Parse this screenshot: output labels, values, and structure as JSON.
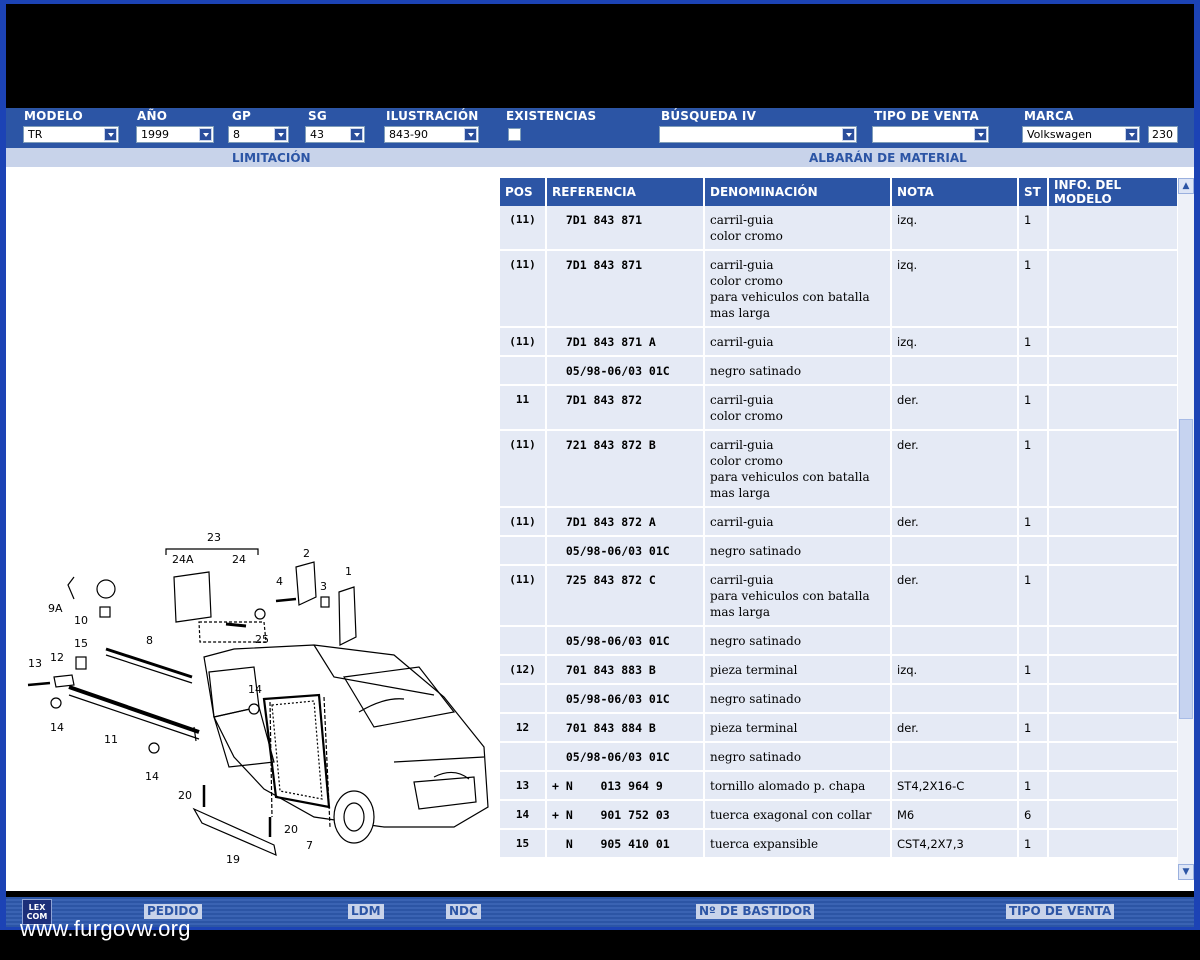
{
  "header": {
    "labels": {
      "modelo": "MODELO",
      "ano": "AÑO",
      "gp": "GP",
      "sg": "SG",
      "ilustracion": "ILUSTRACIÓN",
      "existencias": "EXISTENCIAS",
      "busqueda": "BÚSQUEDA IV",
      "tipo_venta": "TIPO DE VENTA",
      "marca": "MARCA"
    },
    "values": {
      "modelo": "TR",
      "ano": "1999",
      "gp": "8",
      "sg": "43",
      "ilustracion": "843-90",
      "busqueda": "",
      "tipo_venta": "",
      "marca": "Volkswagen",
      "marca_code": "230"
    },
    "existencias_checked": false
  },
  "subbar": {
    "limitacion": "LIMITACIÓN",
    "albaran": "ALBARÁN DE MATERIAL"
  },
  "table": {
    "columns": [
      "POS",
      "REFERENCIA",
      "DENOMINACIÓN",
      "NOTA",
      "ST",
      "INFO. DEL MODELO"
    ],
    "rows": [
      {
        "pos": "(11)",
        "ref": "  7D1 843 871",
        "den": [
          "carril-guia",
          "color cromo"
        ],
        "nota": "izq.",
        "st": "1"
      },
      {
        "pos": "(11)",
        "ref": "  7D1 843 871",
        "den": [
          "carril-guia",
          "color cromo",
          "para vehiculos con batalla",
          "mas larga"
        ],
        "nota": "izq.",
        "st": "1"
      },
      {
        "pos": "(11)",
        "ref": "  7D1 843 871 A",
        "den": [
          "carril-guia"
        ],
        "nota": "izq.",
        "st": "1"
      },
      {
        "pos": "",
        "ref": "  05/98-06/03 01C",
        "den": [
          "negro satinado"
        ],
        "nota": "",
        "st": ""
      },
      {
        "pos": "11",
        "ref": "  7D1 843 872",
        "den": [
          "carril-guia",
          "color cromo"
        ],
        "nota": "der.",
        "st": "1"
      },
      {
        "pos": "(11)",
        "ref": "  721 843 872 B",
        "den": [
          "carril-guia",
          "color cromo",
          "para vehiculos con batalla",
          "mas larga"
        ],
        "nota": "der.",
        "st": "1"
      },
      {
        "pos": "(11)",
        "ref": "  7D1 843 872 A",
        "den": [
          "carril-guia"
        ],
        "nota": "der.",
        "st": "1"
      },
      {
        "pos": "",
        "ref": "  05/98-06/03 01C",
        "den": [
          "negro satinado"
        ],
        "nota": "",
        "st": ""
      },
      {
        "pos": "(11)",
        "ref": "  725 843 872 C",
        "den": [
          "carril-guia",
          "para vehiculos con batalla",
          "mas larga"
        ],
        "nota": "der.",
        "st": "1"
      },
      {
        "pos": "",
        "ref": "  05/98-06/03 01C",
        "den": [
          "negro satinado"
        ],
        "nota": "",
        "st": ""
      },
      {
        "pos": "(12)",
        "ref": "  701 843 883 B",
        "den": [
          "pieza terminal"
        ],
        "nota": "izq.",
        "st": "1"
      },
      {
        "pos": "",
        "ref": "  05/98-06/03 01C",
        "den": [
          "negro satinado"
        ],
        "nota": "",
        "st": ""
      },
      {
        "pos": "12",
        "ref": "  701 843 884 B",
        "den": [
          "pieza terminal"
        ],
        "nota": "der.",
        "st": "1"
      },
      {
        "pos": "",
        "ref": "  05/98-06/03 01C",
        "den": [
          "negro satinado"
        ],
        "nota": "",
        "st": ""
      },
      {
        "pos": "13",
        "ref": "+ N    013 964 9",
        "den": [
          "tornillo alomado p. chapa"
        ],
        "nota": "ST4,2X16-C",
        "st": "1"
      },
      {
        "pos": "14",
        "ref": "+ N    901 752 03",
        "den": [
          "tuerca exagonal con collar"
        ],
        "nota": "M6",
        "st": "6"
      },
      {
        "pos": "15",
        "ref": "  N    905 410 01",
        "den": [
          "tuerca expansible"
        ],
        "nota": "CST4,2X7,3",
        "st": "1"
      }
    ]
  },
  "illustration": {
    "callouts": [
      "23",
      "24A",
      "24",
      "2",
      "4",
      "3",
      "1",
      "9A",
      "10",
      "15",
      "8",
      "12",
      "13",
      "25",
      "14",
      "14",
      "11",
      "14",
      "20",
      "20",
      "7",
      "19"
    ]
  },
  "footer": {
    "logo": "LEX COM",
    "pedido": "PEDIDO",
    "ldm": "LDM",
    "ndc": "NDC",
    "bastidor": "Nº DE BASTIDOR",
    "tipo_venta": "TIPO DE VENTA"
  },
  "watermark": "www.furgovw.org",
  "colors": {
    "header_blue": "#2c55a5",
    "row_bg": "#e5eaf5",
    "subbar_bg": "#c8d3ea"
  }
}
